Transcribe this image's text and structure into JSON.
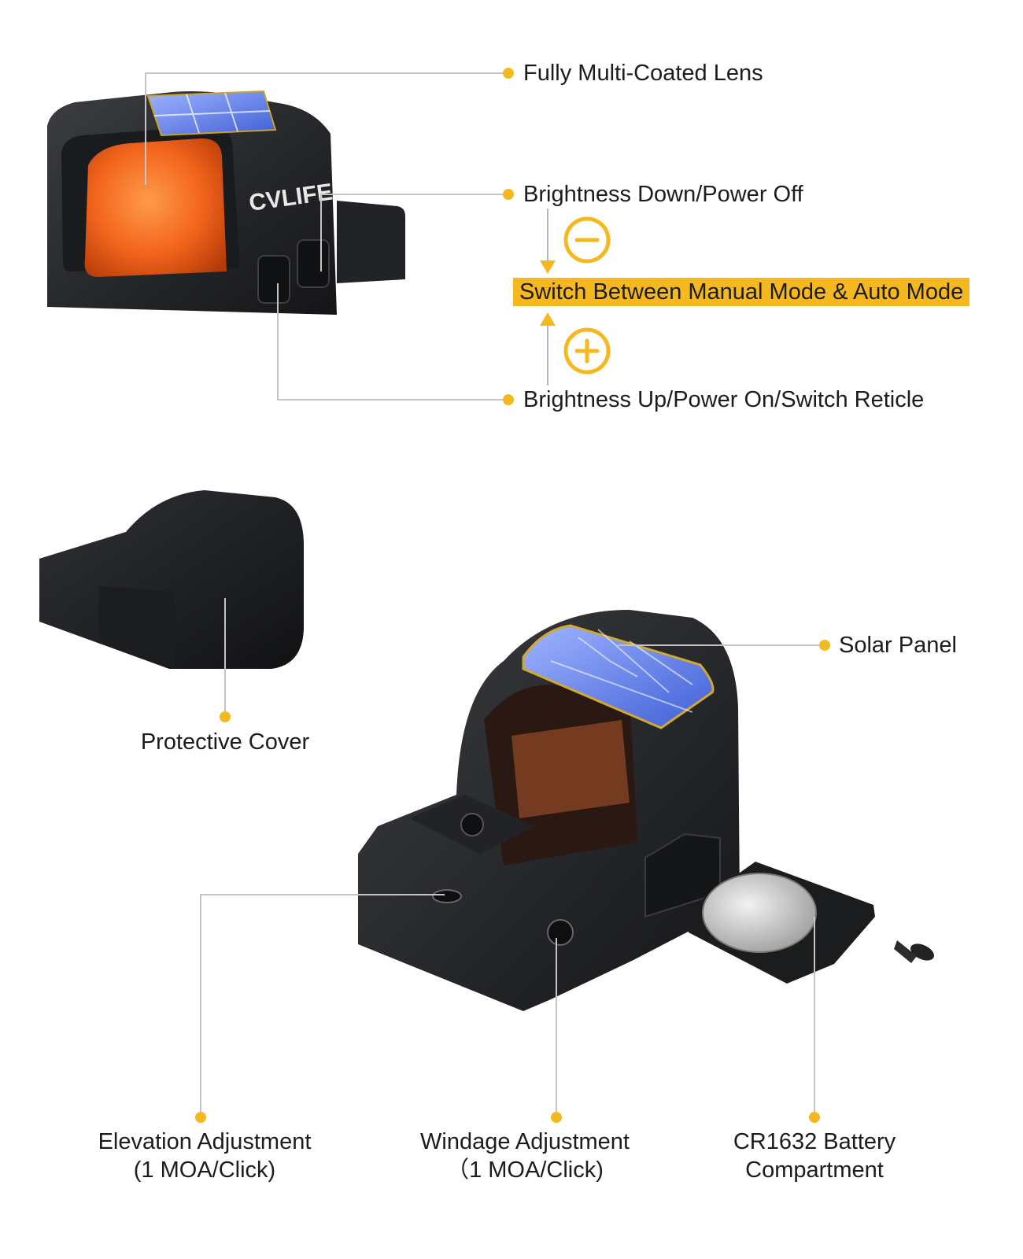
{
  "accent_color": "#f5b91f",
  "leader_color": "#c4c4c4",
  "brand_logo_text": "CVLIFE",
  "callouts": {
    "lens": "Fully Multi-Coated Lens",
    "brightness_down": "Brightness Down/Power Off",
    "mode_switch": "Switch Between Manual Mode & Auto Mode",
    "brightness_up": "Brightness Up/Power On/Switch Reticle",
    "protective_cover": "Protective Cover",
    "solar_panel": "Solar Panel",
    "elevation": {
      "line1": "Elevation Adjustment",
      "line2": "(1 MOA/Click)"
    },
    "windage": {
      "line1": "Windage Adjustment",
      "line2": "（1 MOA/Click)"
    },
    "battery": {
      "line1": "CR1632 Battery",
      "line2": "Compartment"
    }
  },
  "icons": {
    "minus": "minus-circle-icon",
    "plus": "plus-circle-icon"
  }
}
